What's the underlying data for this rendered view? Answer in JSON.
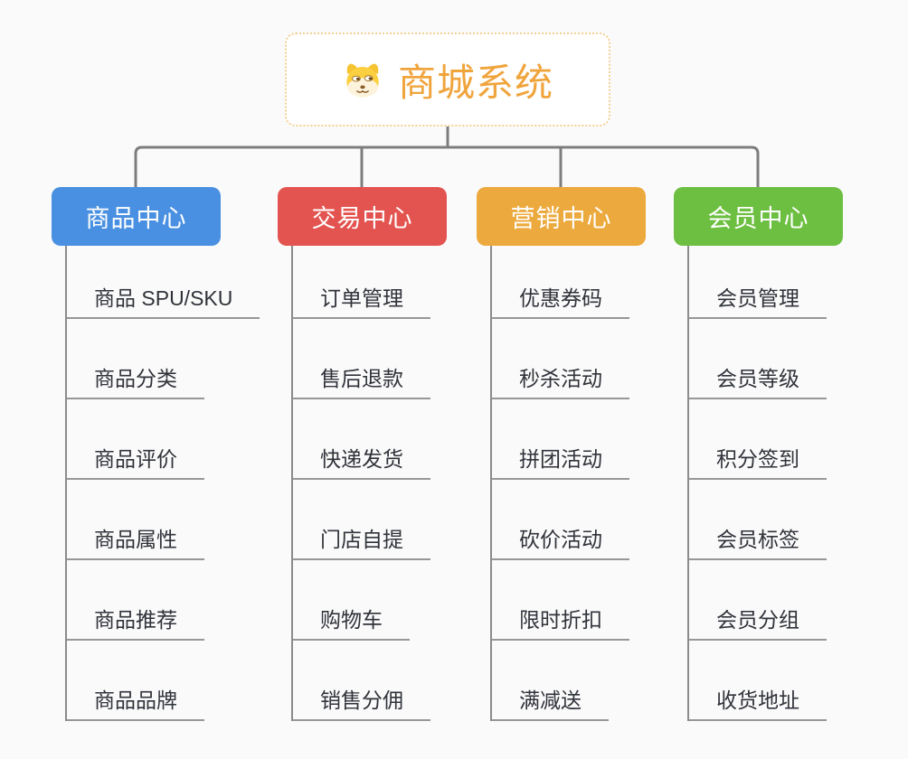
{
  "root": {
    "title": "商城系统",
    "icon": "doge-icon"
  },
  "branches": [
    {
      "label": "商品中心",
      "color": "#4a90e2",
      "items": [
        "商品 SPU/SKU",
        "商品分类",
        "商品评价",
        "商品属性",
        "商品推荐",
        "商品品牌"
      ]
    },
    {
      "label": "交易中心",
      "color": "#e35450",
      "items": [
        "订单管理",
        "售后退款",
        "快递发货",
        "门店自提",
        "购物车",
        "销售分佣"
      ]
    },
    {
      "label": "营销中心",
      "color": "#ecaa3e",
      "items": [
        "优惠券码",
        "秒杀活动",
        "拼团活动",
        "砍价活动",
        "限时折扣",
        "满减送"
      ]
    },
    {
      "label": "会员中心",
      "color": "#6dbf41",
      "items": [
        "会员管理",
        "会员等级",
        "积分签到",
        "会员标签",
        "会员分组",
        "收货地址"
      ]
    }
  ],
  "colors": {
    "background": "#fafafa",
    "connector": "#7d7d7d",
    "item_underline": "#979797",
    "item_text": "#30333a",
    "root_text": "#f0a43c",
    "root_border": "#f4cf92"
  }
}
